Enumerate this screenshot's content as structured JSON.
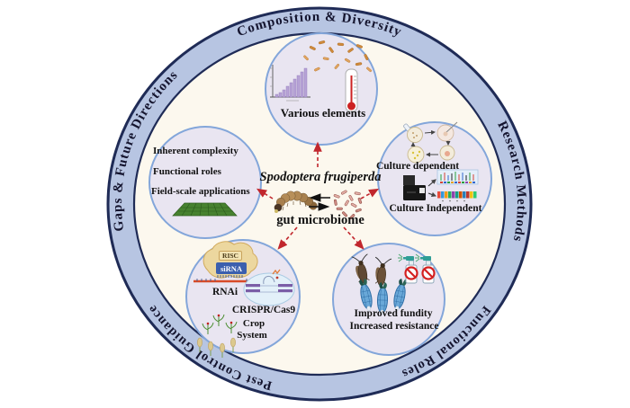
{
  "ring_labels": {
    "top": "Composition & Diversity",
    "right": "Research Methods",
    "bottom_right": "Functional Roles",
    "bottom_left": "Pest Control Guidance",
    "left": "Gaps & Future Directions"
  },
  "center": {
    "species": "Spodoptera frugiperda",
    "subject": "gut microbiome"
  },
  "composition_circle": {
    "caption": "Various elements"
  },
  "gaps_circle": {
    "lines": [
      "Inherent complexity",
      "Functional roles",
      "Field-scale applications"
    ]
  },
  "methods_circle": {
    "dependent_label": "Culture dependent",
    "independent_label": "Culture Independent"
  },
  "pest_circle": {
    "risc_label": "RISC",
    "sirna_label": "siRNA",
    "rnai_label": "RNAi",
    "crispr_label": "CRISPR/Cas9",
    "crop_label_line1": "Crop",
    "crop_label_line2": "System"
  },
  "functional_circle": {
    "lines": [
      "Improved fundity",
      "Increased resistance"
    ]
  },
  "colors": {
    "ring_fill": "#b7c5e2",
    "ring_border": "#1f2b56",
    "inner_bg": "#fcf8ee",
    "circle_fill": "#e9e5f1",
    "circle_border": "#83a6da",
    "arrow_red": "#c1272d",
    "bar_purple": "#b7a3d6",
    "bacteria_orange": "#cf8a3b"
  }
}
